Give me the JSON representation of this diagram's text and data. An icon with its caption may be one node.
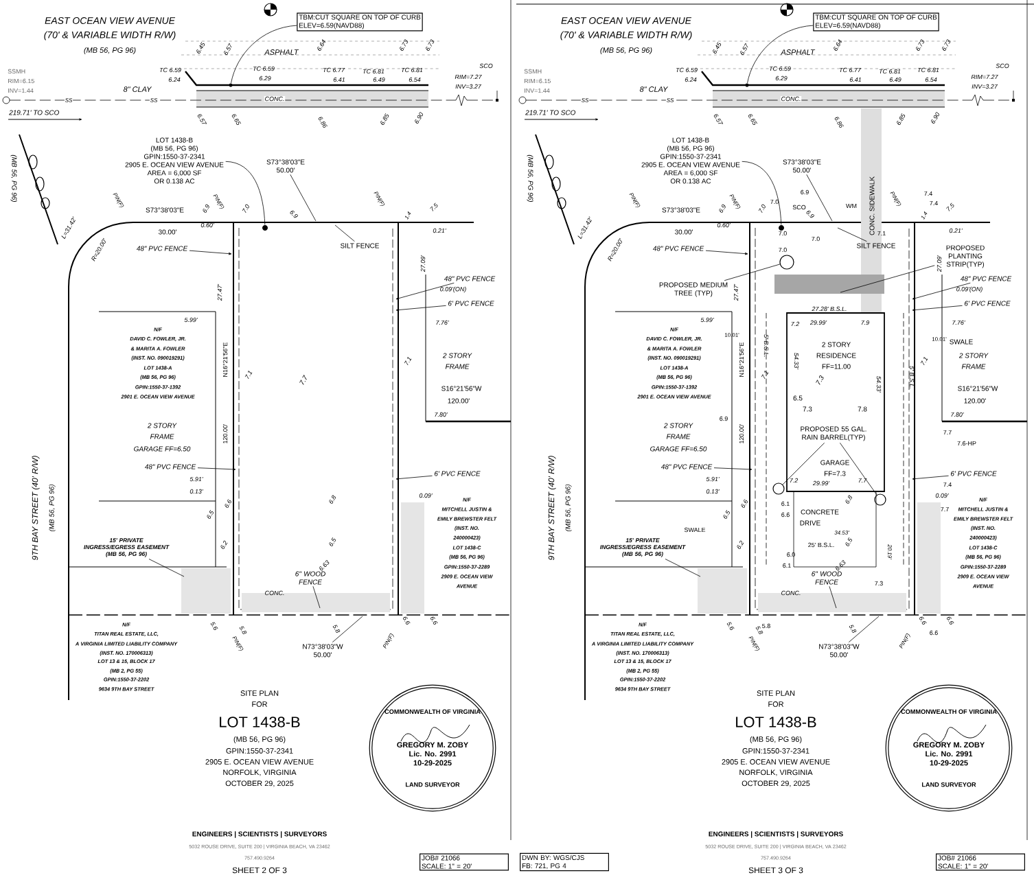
{
  "diagram": {
    "nodes": [
      {
        "text": [
          "TBM:CUT SQUARE ON TOP OF CURB",
          "ELEV=6.59(NAVD88)"
        ]
      },
      {
        "text": [],
        "shape": "circle"
      },
      {
        "text": [
          "LOT 1438-B",
          "(MB 56, PG 96)",
          "GPIN:1550-37-2341",
          "2905 E. OCEAN VIEW AVENUE",
          "AREA = 6,000 SF",
          "OR 0.138 AC"
        ]
      },
      {
        "text": [],
        "shape": "circle"
      },
      {
        "text": [
          "S73°38'03\"E",
          "50.00'"
        ]
      },
      {
        "text": [
          "48\" PVC FENCE"
        ]
      },
      {
        "text": [
          "SILT FENCE"
        ]
      },
      {
        "text": [
          "48\" PVC FENCE"
        ]
      },
      {
        "text": [
          "6' PVC FENCE"
        ]
      },
      {
        "text": [
          "48\" PVC FENCE"
        ]
      },
      {
        "text": [
          "6' PVC FENCE"
        ]
      },
      {
        "text": [
          "6\" WOOD FENCE"
        ]
      },
      {
        "text": [
          "N73°38'03\"W",
          "50.00'"
        ]
      },
      {
        "text": [
          "15' PRIVATE INGRESS/EGRESS EASEMENT",
          "(MB 56, PG 96)"
        ]
      },
      {
        "text": [
          "COMMONWEALTH OF VIRGINIA",
          "GREGORY M. ZOBY",
          "Lic. No. 2991",
          "10-29-2025",
          "LAND SURVEYOR"
        ]
      },
      {
        "text": [
          "JOB# 21066",
          "SCALE: 1\" = 20'"
        ]
      },
      {
        "text": [
          "TBM:CUT SQUARE ON TOP OF CURB",
          "ELEV=6.59(NAVD88)"
        ]
      },
      {
        "text": [],
        "shape": "circle"
      },
      {
        "text": [
          "LOT 1438-B",
          "(MB 56, PG 96)",
          "GPIN:1550-37-2341",
          "2905 E. OCEAN VIEW AVENUE",
          "AREA = 6,000 SF",
          "OR 0.138 AC"
        ]
      },
      {
        "text": [],
        "shape": "circle"
      },
      {
        "text": [
          "S73°38'03\"E",
          "50.00'"
        ]
      },
      {
        "text": [
          "48\" PVC FENCE"
        ]
      },
      {
        "text": [
          "SILT FENCE"
        ]
      },
      {
        "text": [
          "48\" PVC FENCE"
        ]
      },
      {
        "text": [
          "6' PVC FENCE"
        ]
      },
      {
        "text": [
          "48\" PVC FENCE"
        ]
      },
      {
        "text": [
          "6' PVC FENCE"
        ]
      },
      {
        "text": [
          "6\" WOOD FENCE"
        ]
      },
      {
        "text": [
          "N73°38'03\"W",
          "50.00'"
        ]
      },
      {
        "text": [
          "15' PRIVATE INGRESS/EGRESS EASEMENT",
          "(MB 56, PG 96)"
        ]
      },
      {
        "text": [
          "COMMONWEALTH OF VIRGINIA",
          "GREGORY M. ZOBY",
          "Lic. No. 2991",
          "10-29-2025",
          "LAND SURVEYOR"
        ]
      },
      {
        "text": [
          "JOB# 21066",
          "SCALE: 1\" = 20'"
        ]
      },
      {
        "text": [
          "DWN BY: WGS/CJS",
          "FB: 721, PG 4"
        ]
      },
      {
        "text": [
          "PROPOSED MEDIUM TREE (TYP)"
        ]
      },
      {
        "text": [],
        "shape": "circle"
      },
      {
        "text": [
          "PROPOSED PLANTING STRIP(TYP)"
        ]
      },
      {
        "text": [
          "PROPOSED 55 GAL. RAIN BARREL(TYP)"
        ]
      },
      {
        "text": [],
        "shape": "circle"
      },
      {
        "text": [],
        "shape": "circle"
      }
    ],
    "edges": [
      {
        "from": 0,
        "to": 1,
        "arrow": "none"
      },
      {
        "from": 2,
        "to": 3,
        "arrow": "none"
      },
      {
        "from": 4,
        "to": null,
        "arrow": "none"
      },
      {
        "from": 5,
        "to": null,
        "arrow": "to"
      },
      {
        "from": 6,
        "to": null,
        "arrow": "none"
      },
      {
        "from": 7,
        "to": null,
        "arrow": "to"
      },
      {
        "from": 8,
        "to": null,
        "arrow": "to"
      },
      {
        "from": 9,
        "to": null,
        "arrow": "to"
      },
      {
        "from": 10,
        "to": null,
        "arrow": "to"
      },
      {
        "from": 11,
        "to": null,
        "arrow": "none"
      },
      {
        "from": 12,
        "to": null,
        "arrow": "none"
      },
      {
        "from": 13,
        "to": null,
        "arrow": "none"
      },
      {
        "from": 16,
        "to": 17,
        "arrow": "none"
      },
      {
        "from": 18,
        "to": 19,
        "arrow": "none"
      },
      {
        "from": 20,
        "to": null,
        "arrow": "none"
      },
      {
        "from": 21,
        "to": null,
        "arrow": "to"
      },
      {
        "from": 22,
        "to": null,
        "arrow": "none"
      },
      {
        "from": 23,
        "to": null,
        "arrow": "to"
      },
      {
        "from": 24,
        "to": null,
        "arrow": "to"
      },
      {
        "from": 25,
        "to": null,
        "arrow": "to"
      },
      {
        "from": 26,
        "to": null,
        "arrow": "to"
      },
      {
        "from": 27,
        "to": null,
        "arrow": "none"
      },
      {
        "from": 28,
        "to": null,
        "arrow": "none"
      },
      {
        "from": 29,
        "to": null,
        "arrow": "none"
      },
      {
        "from": 33,
        "to": 34,
        "arrow": "none"
      },
      {
        "from": 35,
        "to": null,
        "arrow": "none"
      },
      {
        "from": 36,
        "to": 37,
        "arrow": "none"
      },
      {
        "from": 36,
        "to": 38,
        "arrow": "none"
      }
    ],
    "labels": [
      "EAST OCEAN VIEW AVENUE",
      "(70' & VARIABLE WIDTH R/W)",
      "(MB 56, PG 96)",
      "SSMH",
      "RIM=6.15",
      "INV=1.44",
      "219.71' TO SCO",
      "8\" CLAY",
      "SS",
      "SS",
      "ASPHALT",
      "6.45",
      "6.57",
      "6.64",
      "6.73",
      "6.73",
      "TC 6.59",
      "6.24",
      "TC 6.59",
      "6.29",
      "TC 6.77",
      "6.41",
      "TC 6.81",
      "6.49",
      "TC 6.81",
      "6.54",
      "SCO",
      "RIM=7.27",
      "INV=3.27",
      "CONC.",
      "6.57",
      "6.65",
      "6.86",
      "6.85",
      "6.90",
      "(MB 56, PG 96)",
      "S73°38'03\"E",
      "30.00'",
      "0.60'",
      "PIN(F)",
      "PIN(F)",
      "PIN(F)",
      "6.9",
      "7.0",
      "6.9",
      "1.4",
      "7.5",
      "0.21'",
      "L=31.42'",
      "R=20.00'",
      "27.47'",
      "27.09'",
      "0.09'(ON)",
      "5.99'",
      "7.76'",
      "N/F",
      "DAVID C. FOWLER, JR.",
      "& MARITA A. FOWLER",
      "(INST. NO. 090019291)",
      "LOT 1438-A",
      "(MB 56, PG 96)",
      "GPIN:1550-37-1392",
      "2901 E. OCEAN VIEW AVENUE",
      "N16°21'56\"E",
      "120.00'",
      "7.1",
      "7.7",
      "7.1",
      "2 STORY",
      "FRAME",
      "S16°21'56\"W",
      "120.00'",
      "7.80'",
      "2 STORY",
      "FRAME",
      "GARAGE FF=6.50",
      "5.91'",
      "0.13'",
      "0.09'",
      "6.8",
      "6.5",
      "6.6",
      "6.5",
      "6.2",
      "N/F",
      "MITCHELL JUSTIN &",
      "EMILY BREWSTER FELT",
      "(INST. NO.",
      "240000423)",
      "LOT 1438-C",
      "(MB 56, PG 96)",
      "GPIN:1550-37-2289",
      "2909 E. OCEAN VIEW",
      "AVENUE",
      "6.63",
      "CONC.",
      "5.6",
      "5.8",
      "PIN(F)",
      "5.8",
      "PIN(F)",
      "6.6",
      "6.6",
      "9TH BAY STREET (40' R/W)",
      "(MB 56, PG 96)",
      "N/F",
      "TITAN REAL ESTATE, LLC,",
      "A VIRGINIA LIMITED LIABILITY COMPANY",
      "(INST. NO. 170006313)",
      "LOT 13 & 15, BLOCK 17",
      "(MB 2, PG 55)",
      "GPIN:1550-37-2202",
      "9634 9TH BAY STREET",
      "SITE PLAN",
      "FOR",
      "LOT 1438-B",
      "(MB 56, PG 96)",
      "GPIN:1550-37-2341",
      "2905 E. OCEAN VIEW AVENUE",
      "NORFOLK, VIRGINIA",
      "OCTOBER 29, 2025",
      "ENGINEERS | SCIENTISTS | SURVEYORS",
      "5032 ROUSE DRIVE, SUITE 200 | VIRGINIA BEACH, VA 23462",
      "757.490.9264",
      "SHEET 2 OF 3",
      "EAST OCEAN VIEW AVENUE",
      "(70' & VARIABLE WIDTH R/W)",
      "(MB 56, PG 96)",
      "SSMH",
      "RIM=6.15",
      "INV=1.44",
      "219.71' TO SCO",
      "8\" CLAY",
      "SS",
      "SS",
      "ASPHALT",
      "6.45",
      "6.57",
      "6.64",
      "6.73",
      "6.73",
      "TC 6.59",
      "6.24",
      "TC 6.59",
      "6.29",
      "TC 6.77",
      "6.41",
      "TC 6.81",
      "6.49",
      "TC 6.81",
      "6.54",
      "SCO",
      "RIM=7.27",
      "INV=3.27",
      "CONC.",
      "6.57",
      "6.65",
      "6.86",
      "6.85",
      "6.90",
      "(MB 56, PG 96)",
      "S73°38'03\"E",
      "30.00'",
      "0.60'",
      "PIN(F)",
      "PIN(F)",
      "PIN(F)",
      "6.9",
      "7.0",
      "6.9",
      "1.4",
      "7.5",
      "0.21'",
      "L=31.42'",
      "R=20.00'",
      "27.47'",
      "27.09'",
      "0.09'(ON)",
      "5.99'",
      "7.76'",
      "N/F",
      "DAVID C. FOWLER, JR.",
      "& MARITA A. FOWLER",
      "(INST. NO. 090019291)",
      "LOT 1438-A",
      "(MB 56, PG 96)",
      "GPIN:1550-37-1392",
      "2901 E. OCEAN VIEW AVENUE",
      "N16°21'56\"E",
      "120.00'",
      "7.1",
      "7.3",
      "7.1",
      "2 STORY",
      "FRAME",
      "S16°21'56\"W",
      "120.00'",
      "7.80'",
      "2 STORY",
      "FRAME",
      "GARAGE FF=6.50",
      "5.91'",
      "0.13'",
      "0.09'",
      "6.8",
      "6.5",
      "6.6",
      "6.5",
      "6.2",
      "N/F",
      "MITCHELL JUSTIN &",
      "EMILY BREWSTER FELT",
      "(INST. NO.",
      "240000423)",
      "LOT 1438-C",
      "(MB 56, PG 96)",
      "GPIN:1550-37-2289",
      "2909 E. OCEAN VIEW",
      "AVENUE",
      "6.63",
      "CONC.",
      "5.6",
      "5.8",
      "PIN(F)",
      "5.8",
      "PIN(F)",
      "6.6",
      "6.6",
      "9TH BAY STREET (40' R/W)",
      "(MB 56, PG 96)",
      "N/F",
      "TITAN REAL ESTATE, LLC,",
      "A VIRGINIA LIMITED LIABILITY COMPANY",
      "(INST. NO. 170006313)",
      "LOT 13 & 15, BLOCK 17",
      "(MB 2, PG 55)",
      "GPIN:1550-37-2202",
      "9634 9TH BAY STREET",
      "SITE PLAN",
      "FOR",
      "LOT 1438-B",
      "(MB 56, PG 96)",
      "GPIN:1550-37-2341",
      "2905 E. OCEAN VIEW AVENUE",
      "NORFOLK, VIRGINIA",
      "OCTOBER 29, 2025",
      "ENGINEERS | SCIENTISTS | SURVEYORS",
      "5032 ROUSE DRIVE, SUITE 200 | VIRGINIA BEACH, VA 23462",
      "757.490.9264",
      "SHEET 3 OF 3",
      "SCO",
      "WM",
      "CONC. SIDEWALK",
      "27.28' B.S.L.",
      "7.2",
      "29.99'",
      "7.9",
      "10.01'",
      "10.01'",
      "2 STORY",
      "RESIDENCE",
      "FF=11.00",
      "SWALE",
      "54.33'",
      "54.33'",
      "5' B.S.L.",
      "5' B.S.L.",
      "6.5",
      "7.3",
      "7.8",
      "GARAGE",
      "FF=7.3",
      "7.2",
      "29.99'",
      "7.7",
      "6.9",
      "7.7",
      "7.6-HP",
      "7.4",
      "7.7",
      "CONCRETE",
      "DRIVE",
      "6.1",
      "6.6",
      "SWALE",
      "34.53'",
      "25' B.S.L.",
      "20.19'",
      "6.0",
      "6.1",
      "7.3",
      "6.6",
      "5.8",
      "7.4",
      "7.4",
      "7.0",
      "7.0",
      "7.1",
      "6.9",
      "7.0",
      "7.0"
    ]
  }
}
